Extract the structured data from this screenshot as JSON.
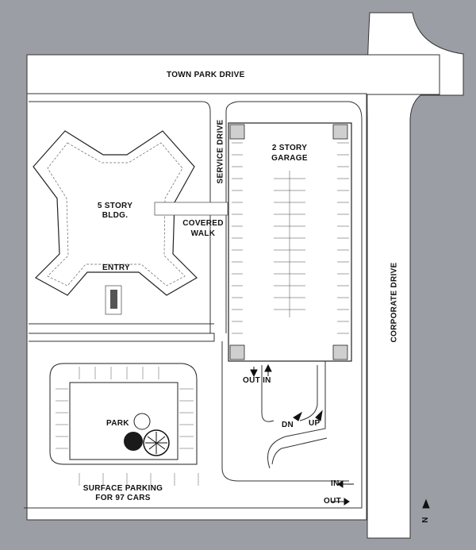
{
  "labels": {
    "town_park_drive": "TOWN PARK DRIVE",
    "corporate_drive": "CORPORATE DRIVE",
    "service_drive": "SERVICE DRIVE",
    "garage_line1": "2 STORY",
    "garage_line2": "GARAGE",
    "bldg_line1": "5 STORY",
    "bldg_line2": "BLDG.",
    "covered_line1": "COVERED",
    "covered_line2": "WALK",
    "entry": "ENTRY",
    "out_in": "OUT IN",
    "dn": "DN",
    "up": "UP",
    "park": "PARK",
    "surface_line1": "SURFACE PARKING",
    "surface_line2": "FOR 97 CARS",
    "in": "IN",
    "out": "OUT",
    "north": "N"
  },
  "colors": {
    "background": "#9c9ea5",
    "paper": "#ffffff",
    "ink": "#1a1a1a"
  }
}
